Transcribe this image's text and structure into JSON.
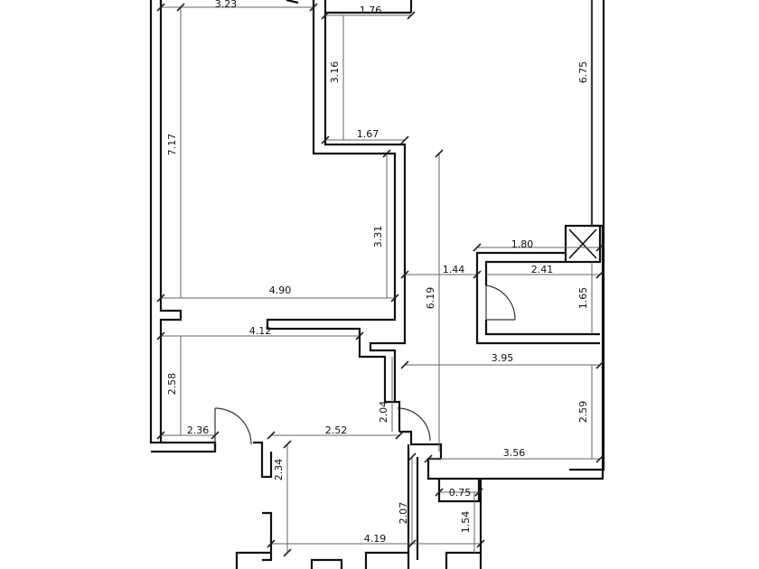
{
  "dimensions": {
    "d_3_23": "3.23",
    "d_1_76": "1.76",
    "d_6_75": "6.75",
    "d_3_16": "3.16",
    "d_7_17": "7.17",
    "d_1_67": "1.67",
    "d_3_31": "3.31",
    "d_1_80": "1.80",
    "d_1_44": "1.44",
    "d_2_41": "2.41",
    "d_4_90": "4.90",
    "d_6_19": "6.19",
    "d_1_65": "1.65",
    "d_4_12": "4.12",
    "d_3_95": "3.95",
    "d_2_58": "2.58",
    "d_2_04": "2.04",
    "d_2_59": "2.59",
    "d_2_36": "2.36",
    "d_2_52": "2.52",
    "d_3_56": "3.56",
    "d_2_34": "2.34",
    "d_0_75": "0.75",
    "d_2_07": "2.07",
    "d_1_54": "1.54",
    "d_4_19": "4.19"
  }
}
